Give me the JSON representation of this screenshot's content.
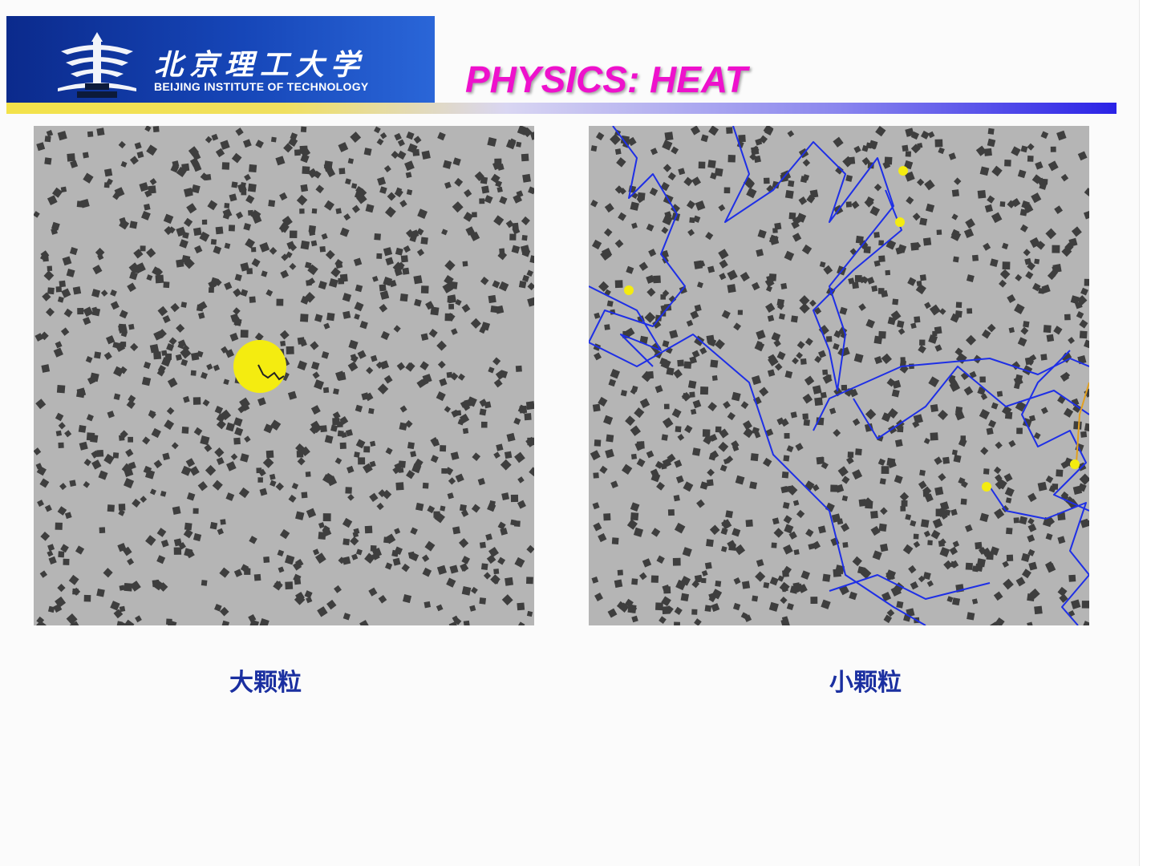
{
  "header": {
    "university_cn": "北京理工大学",
    "university_en": "BEIJING INSTITUTE OF TECHNOLOGY",
    "logo_icon": "bit-emblem-icon",
    "title": "PHYSICS: HEAT"
  },
  "panels": {
    "left": {
      "caption": "大颗粒",
      "particle_color": "#f4ec10"
    },
    "right": {
      "caption": "小颗粒",
      "particle_color": "#f4ec10",
      "trace_color": "#1e2fe6"
    }
  },
  "colors": {
    "title": "#ee11cc",
    "caption": "#1a2fa0",
    "panel_bg": "#b5b5b5",
    "molecule": "#3e3e3e"
  }
}
